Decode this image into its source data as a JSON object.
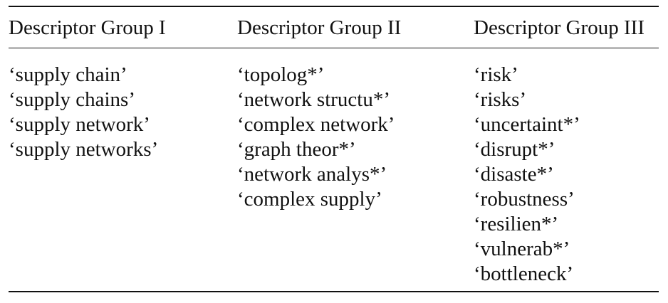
{
  "table": {
    "headers": [
      "Descriptor Group I",
      "Descriptor Group II",
      "Descriptor Group III"
    ],
    "columns": [
      [
        "‘supply chain’",
        "‘supply chains’",
        "‘supply network’",
        "‘supply networks’"
      ],
      [
        "‘topolog*’",
        "‘network structu*’",
        "‘complex network’",
        "‘graph theor*’",
        "‘network analys*’",
        "‘complex supply’"
      ],
      [
        "‘risk’",
        "‘risks’",
        "‘uncertaint*’",
        "‘disrupt*’",
        "‘disaste*’",
        "‘robustness’",
        "‘resilien*’",
        "‘vulnerab*’",
        "‘bottleneck’"
      ]
    ]
  }
}
